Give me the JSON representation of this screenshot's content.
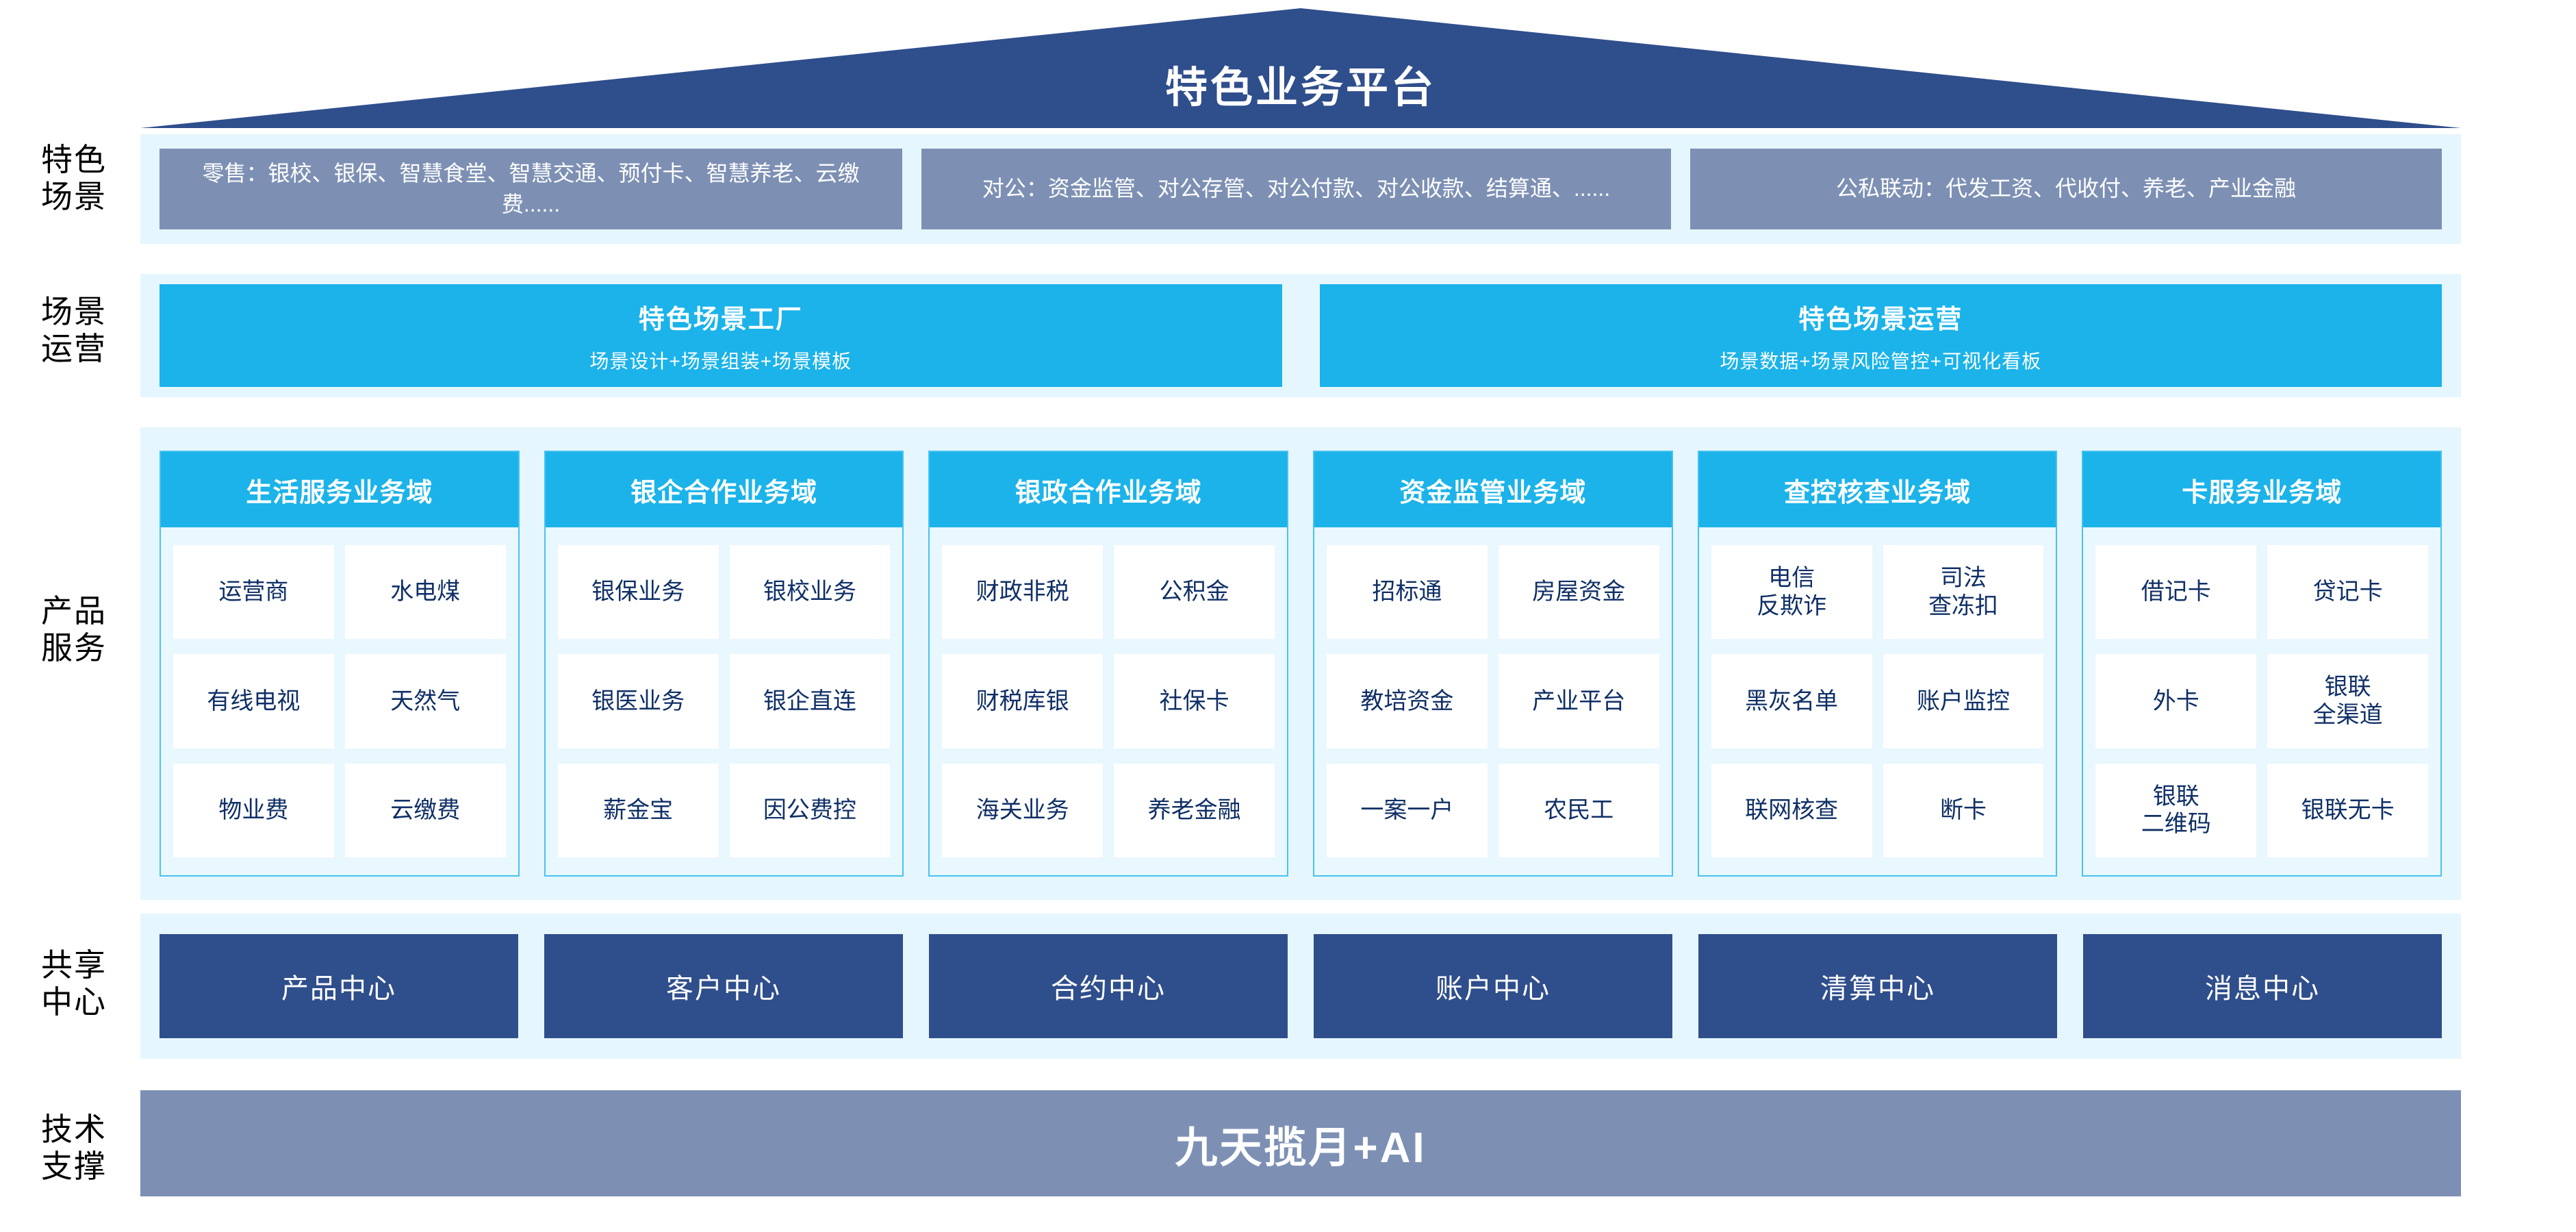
{
  "title": "特色业务平台",
  "colors": {
    "banner_navy": "#2f4e8c",
    "cyan": "#1bb3ea",
    "slate_blue": "#7d90b4",
    "panel_bg": "#e6f6fe",
    "text_navy": "#0f2f66"
  },
  "rows": {
    "scene": {
      "label": "特色\n场景",
      "boxes": [
        "零售：银校、银保、智慧食堂、智慧交通、预付卡、智慧养老、云缴费......",
        "对公：资金监管、对公存管、对公付款、对公收款、结算通、......",
        "公私联动：代发工资、代收付、养老、产业金融"
      ]
    },
    "operations": {
      "label": "场景\n运营",
      "boxes": [
        {
          "title": "特色场景工厂",
          "subtitle": "场景设计+场景组装+场景模板"
        },
        {
          "title": "特色场景运营",
          "subtitle": "场景数据+场景风险管控+可视化看板"
        }
      ]
    },
    "products": {
      "label": "产品\n服务",
      "domains": [
        {
          "name": "生活服务业务域",
          "items": [
            "运营商",
            "水电煤",
            "有线电视",
            "天然气",
            "物业费",
            "云缴费"
          ]
        },
        {
          "name": "银企合作业务域",
          "items": [
            "银保业务",
            "银校业务",
            "银医业务",
            "银企直连",
            "薪金宝",
            "因公费控"
          ]
        },
        {
          "name": "银政合作业务域",
          "items": [
            "财政非税",
            "公积金",
            "财税库银",
            "社保卡",
            "海关业务",
            "养老金融"
          ]
        },
        {
          "name": "资金监管业务域",
          "items": [
            "招标通",
            "房屋资金",
            "教培资金",
            "产业平台",
            "一案一户",
            "农民工"
          ]
        },
        {
          "name": "查控核查业务域",
          "items": [
            "电信\n反欺诈",
            "司法\n查冻扣",
            "黑灰名单",
            "账户监控",
            "联网核查",
            "断卡"
          ]
        },
        {
          "name": "卡服务业务域",
          "items": [
            "借记卡",
            "贷记卡",
            "外卡",
            "银联\n全渠道",
            "银联\n二维码",
            "银联无卡"
          ]
        }
      ]
    },
    "shared": {
      "label": "共享\n中心",
      "boxes": [
        "产品中心",
        "客户中心",
        "合约中心",
        "账户中心",
        "清算中心",
        "消息中心"
      ]
    },
    "tech": {
      "label": "技术\n支撑",
      "bar": "九天揽月+AI"
    }
  }
}
